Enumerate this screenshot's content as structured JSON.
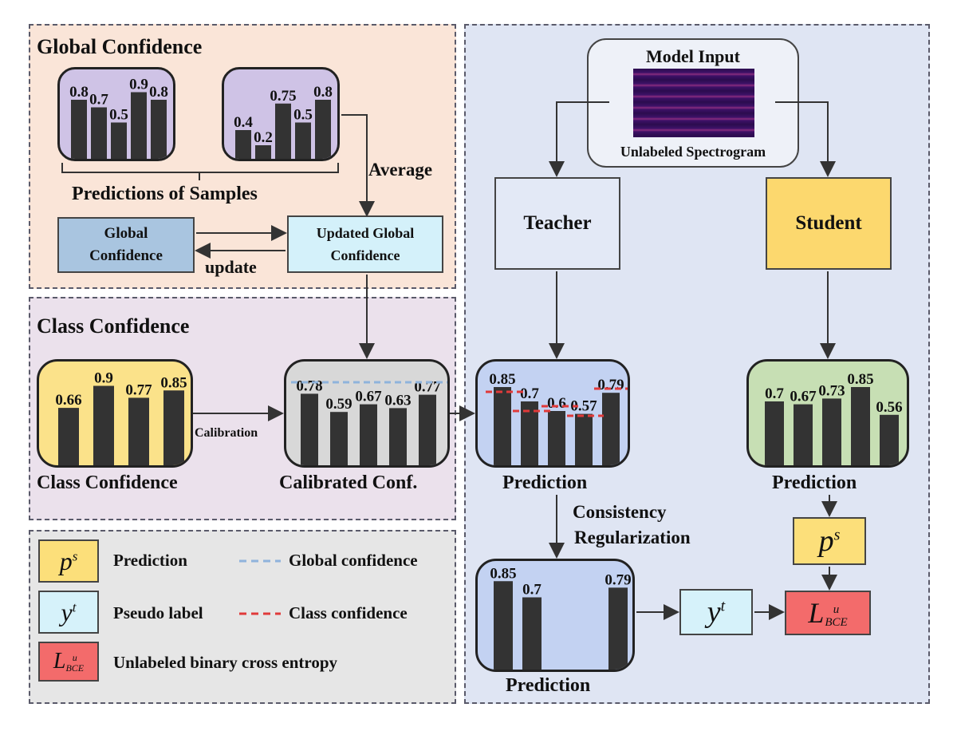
{
  "global_panel": {
    "title": "Global Confidence",
    "samples_caption": "Predictions of Samples",
    "average_label": "Average",
    "update_label": "update"
  },
  "global_box": {
    "line1": "Global",
    "line2": "Confidence"
  },
  "updated_box": {
    "line1": "Updated Global",
    "line2": "Confidence"
  },
  "class_panel": {
    "title": "Class Confidence",
    "class_caption": "Class Confidence",
    "calibrated_caption": "Calibrated Conf.",
    "calibration_label": "Calibration"
  },
  "model_input": {
    "title": "Model Input",
    "caption": "Unlabeled Spectrogram"
  },
  "teacher": {
    "label": "Teacher"
  },
  "student": {
    "label": "Student"
  },
  "prediction_label": "Prediction",
  "consistency": {
    "line1": "Consistency",
    "line2": "Regularization"
  },
  "symbols": {
    "ps_base": "p",
    "ps_sup": "s",
    "yt_base": "y",
    "yt_sup": "t",
    "loss_base": "L",
    "loss_sup": "u",
    "loss_sub": "BCE"
  },
  "legend": {
    "prediction": "Prediction",
    "pseudo_label": "Pseudo label",
    "unlabeled_bce": "Unlabeled binary cross entropy",
    "global_confidence": "Global confidence",
    "class_confidence": "Class confidence"
  },
  "colors": {
    "global_panel_bg": "#fae5d8",
    "class_panel_bg": "#ebe1ec",
    "legend_bg": "#e6e6e6",
    "right_panel_bg": "#dfe5f3",
    "purple_chart": "#cfc3e6",
    "yellow_chart": "#fbe28a",
    "gray_chart": "#d8d8d8",
    "blue_chart": "#c3d2f2",
    "green_chart": "#c7dfb4",
    "global_box": "#a9c5e0",
    "updated_box": "#d4f1fa",
    "student": "#fcd86e",
    "teacher": "#e3e9f6",
    "ps_box": "#fcdf7a",
    "yt_box": "#d6f2fa",
    "loss_box": "#f36b6b",
    "global_line": "#8fb3dc",
    "class_line": "#e03a3a"
  },
  "chart_data": [
    {
      "type": "bar",
      "id": "sample1",
      "values": [
        0.8,
        0.7,
        0.5,
        0.9,
        0.8
      ],
      "labels": [
        "0.8",
        "0.7",
        "0.5",
        "0.9",
        "0.8"
      ]
    },
    {
      "type": "bar",
      "id": "sample2",
      "values": [
        0.4,
        0.2,
        0.75,
        0.5,
        0.8
      ],
      "labels": [
        "0.4",
        "0.2",
        "0.75",
        "0.5",
        "0.8"
      ]
    },
    {
      "type": "bar",
      "id": "class_conf",
      "values": [
        0.66,
        0.9,
        0.77,
        0.85
      ],
      "labels": [
        "0.66",
        "0.9",
        "0.77",
        "0.85"
      ]
    },
    {
      "type": "bar",
      "id": "calibrated",
      "values": [
        0.78,
        0.59,
        0.67,
        0.63,
        0.77
      ],
      "labels": [
        "0.78",
        "0.59",
        "0.67",
        "0.63",
        "0.77"
      ]
    },
    {
      "type": "bar",
      "id": "teacher_pred",
      "values": [
        0.85,
        0.7,
        0.6,
        0.57,
        0.79
      ],
      "labels": [
        "0.85",
        "0.7",
        "0.6",
        "0.57",
        "0.79"
      ]
    },
    {
      "type": "bar",
      "id": "student_pred",
      "values": [
        0.7,
        0.67,
        0.73,
        0.85,
        0.56
      ],
      "labels": [
        "0.7",
        "0.67",
        "0.73",
        "0.85",
        "0.56"
      ]
    },
    {
      "type": "bar",
      "id": "pseudo_pred",
      "values": [
        0.85,
        0.7,
        0,
        0,
        0.79
      ],
      "labels": [
        "0.85",
        "0.7",
        "",
        "",
        "0.79"
      ]
    }
  ]
}
